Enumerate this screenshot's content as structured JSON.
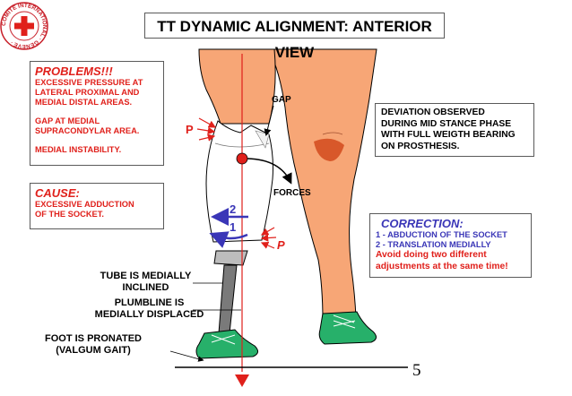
{
  "logo": {
    "ring_text": "COMITE INTERNATIONAL · GENEVE ·"
  },
  "title": "TT DYNAMIC ALIGNMENT: ANTERIOR VIEW",
  "problems": {
    "heading": "PROBLEMS!!!",
    "line1": "EXCESSIVE PRESSURE AT",
    "line2": "LATERAL PROXIMAL AND",
    "line3": "MEDIAL DISTAL AREAS.",
    "line4": "GAP AT MEDIAL",
    "line5": "SUPRACONDYLAR  AREA.",
    "line6": "MEDIAL INSTABILITY."
  },
  "cause": {
    "heading": "CAUSE:",
    "line1": "EXCESSIVE ADDUCTION",
    "line2": "OF THE SOCKET."
  },
  "deviation": {
    "line1": "DEVIATION OBSERVED",
    "line2": "DURING MID STANCE PHASE",
    "line3": "WITH FULL WEIGTH BEARING",
    "line4": "ON PROSTHESIS."
  },
  "correction": {
    "heading": "CORRECTION:",
    "item1": "1 - ABDUCTION OF THE SOCKET",
    "item2": "2 - TRANSLATION  MEDIALLY",
    "note1": "Avoid doing two different",
    "note2": "adjustments at the same time!"
  },
  "labels": {
    "gap": "GAP",
    "forces": "FORCES",
    "p_upper": "P",
    "p_lower": "P",
    "arrow_2": "2",
    "arrow_1": "1",
    "tube_1": "TUBE IS MEDIALLY",
    "tube_2": "INCLINED",
    "plumb_1": "PLUMBLINE IS",
    "plumb_2": "MEDIALLY DISPLACED",
    "foot_1": "FOOT IS PRONATED",
    "foot_2": "(VALGUM GAIT)"
  },
  "page_number": "5",
  "colors": {
    "accent_red": "#e0201b",
    "accent_blue": "#3a36b7",
    "skin": "#f7a676",
    "shoe_green": "#27b06a"
  }
}
